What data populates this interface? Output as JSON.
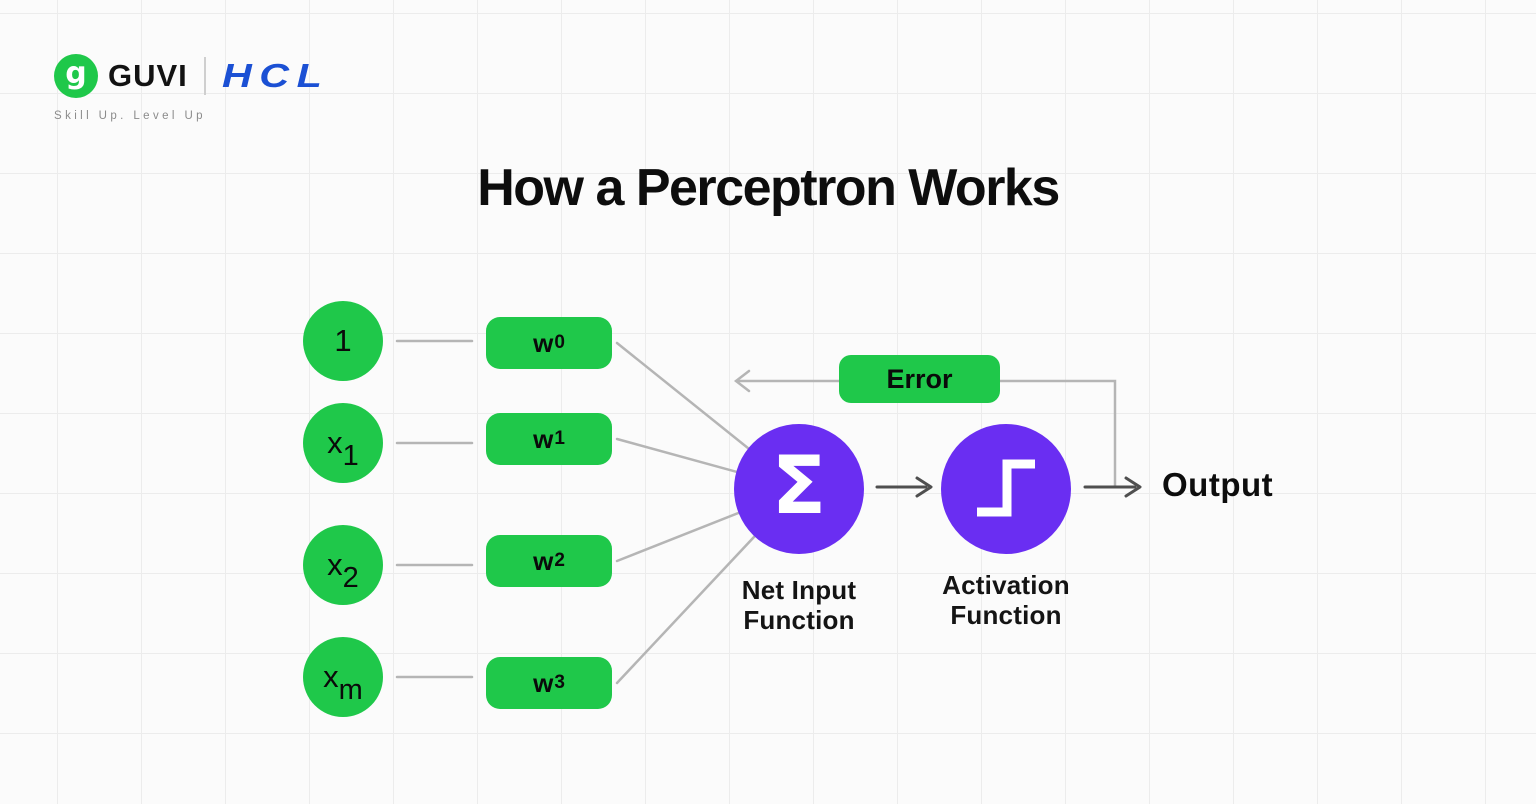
{
  "branding": {
    "icon_letter": "g",
    "guvi": "GUVI",
    "hcl": "HCL",
    "tagline": "Skill Up. Level Up"
  },
  "title": "How a Perceptron Works",
  "diagram": {
    "inputs": [
      {
        "base": "1",
        "sub": ""
      },
      {
        "base": "x",
        "sub": "1"
      },
      {
        "base": "x",
        "sub": "2"
      },
      {
        "base": "x",
        "sub": "m"
      }
    ],
    "weights": [
      {
        "base": "w",
        "sub": "0"
      },
      {
        "base": "w",
        "sub": "1"
      },
      {
        "base": "w",
        "sub": "2"
      },
      {
        "base": "w",
        "sub": "3"
      }
    ],
    "error_label": "Error",
    "sum": {
      "symbol": "Σ",
      "label_line1": "Net Input",
      "label_line2": "Function"
    },
    "activation": {
      "label_line1": "Activation",
      "label_line2": "Function"
    },
    "output_label": "Output"
  },
  "colors": {
    "green": "#1fc84a",
    "purple": "#6a2ef2",
    "line_gray": "#b5b5b5",
    "arrow_dark": "#4f4f4f",
    "hcl_blue": "#1b50d4",
    "text_dark": "#141414",
    "tagline_gray": "#8b8b8b"
  }
}
